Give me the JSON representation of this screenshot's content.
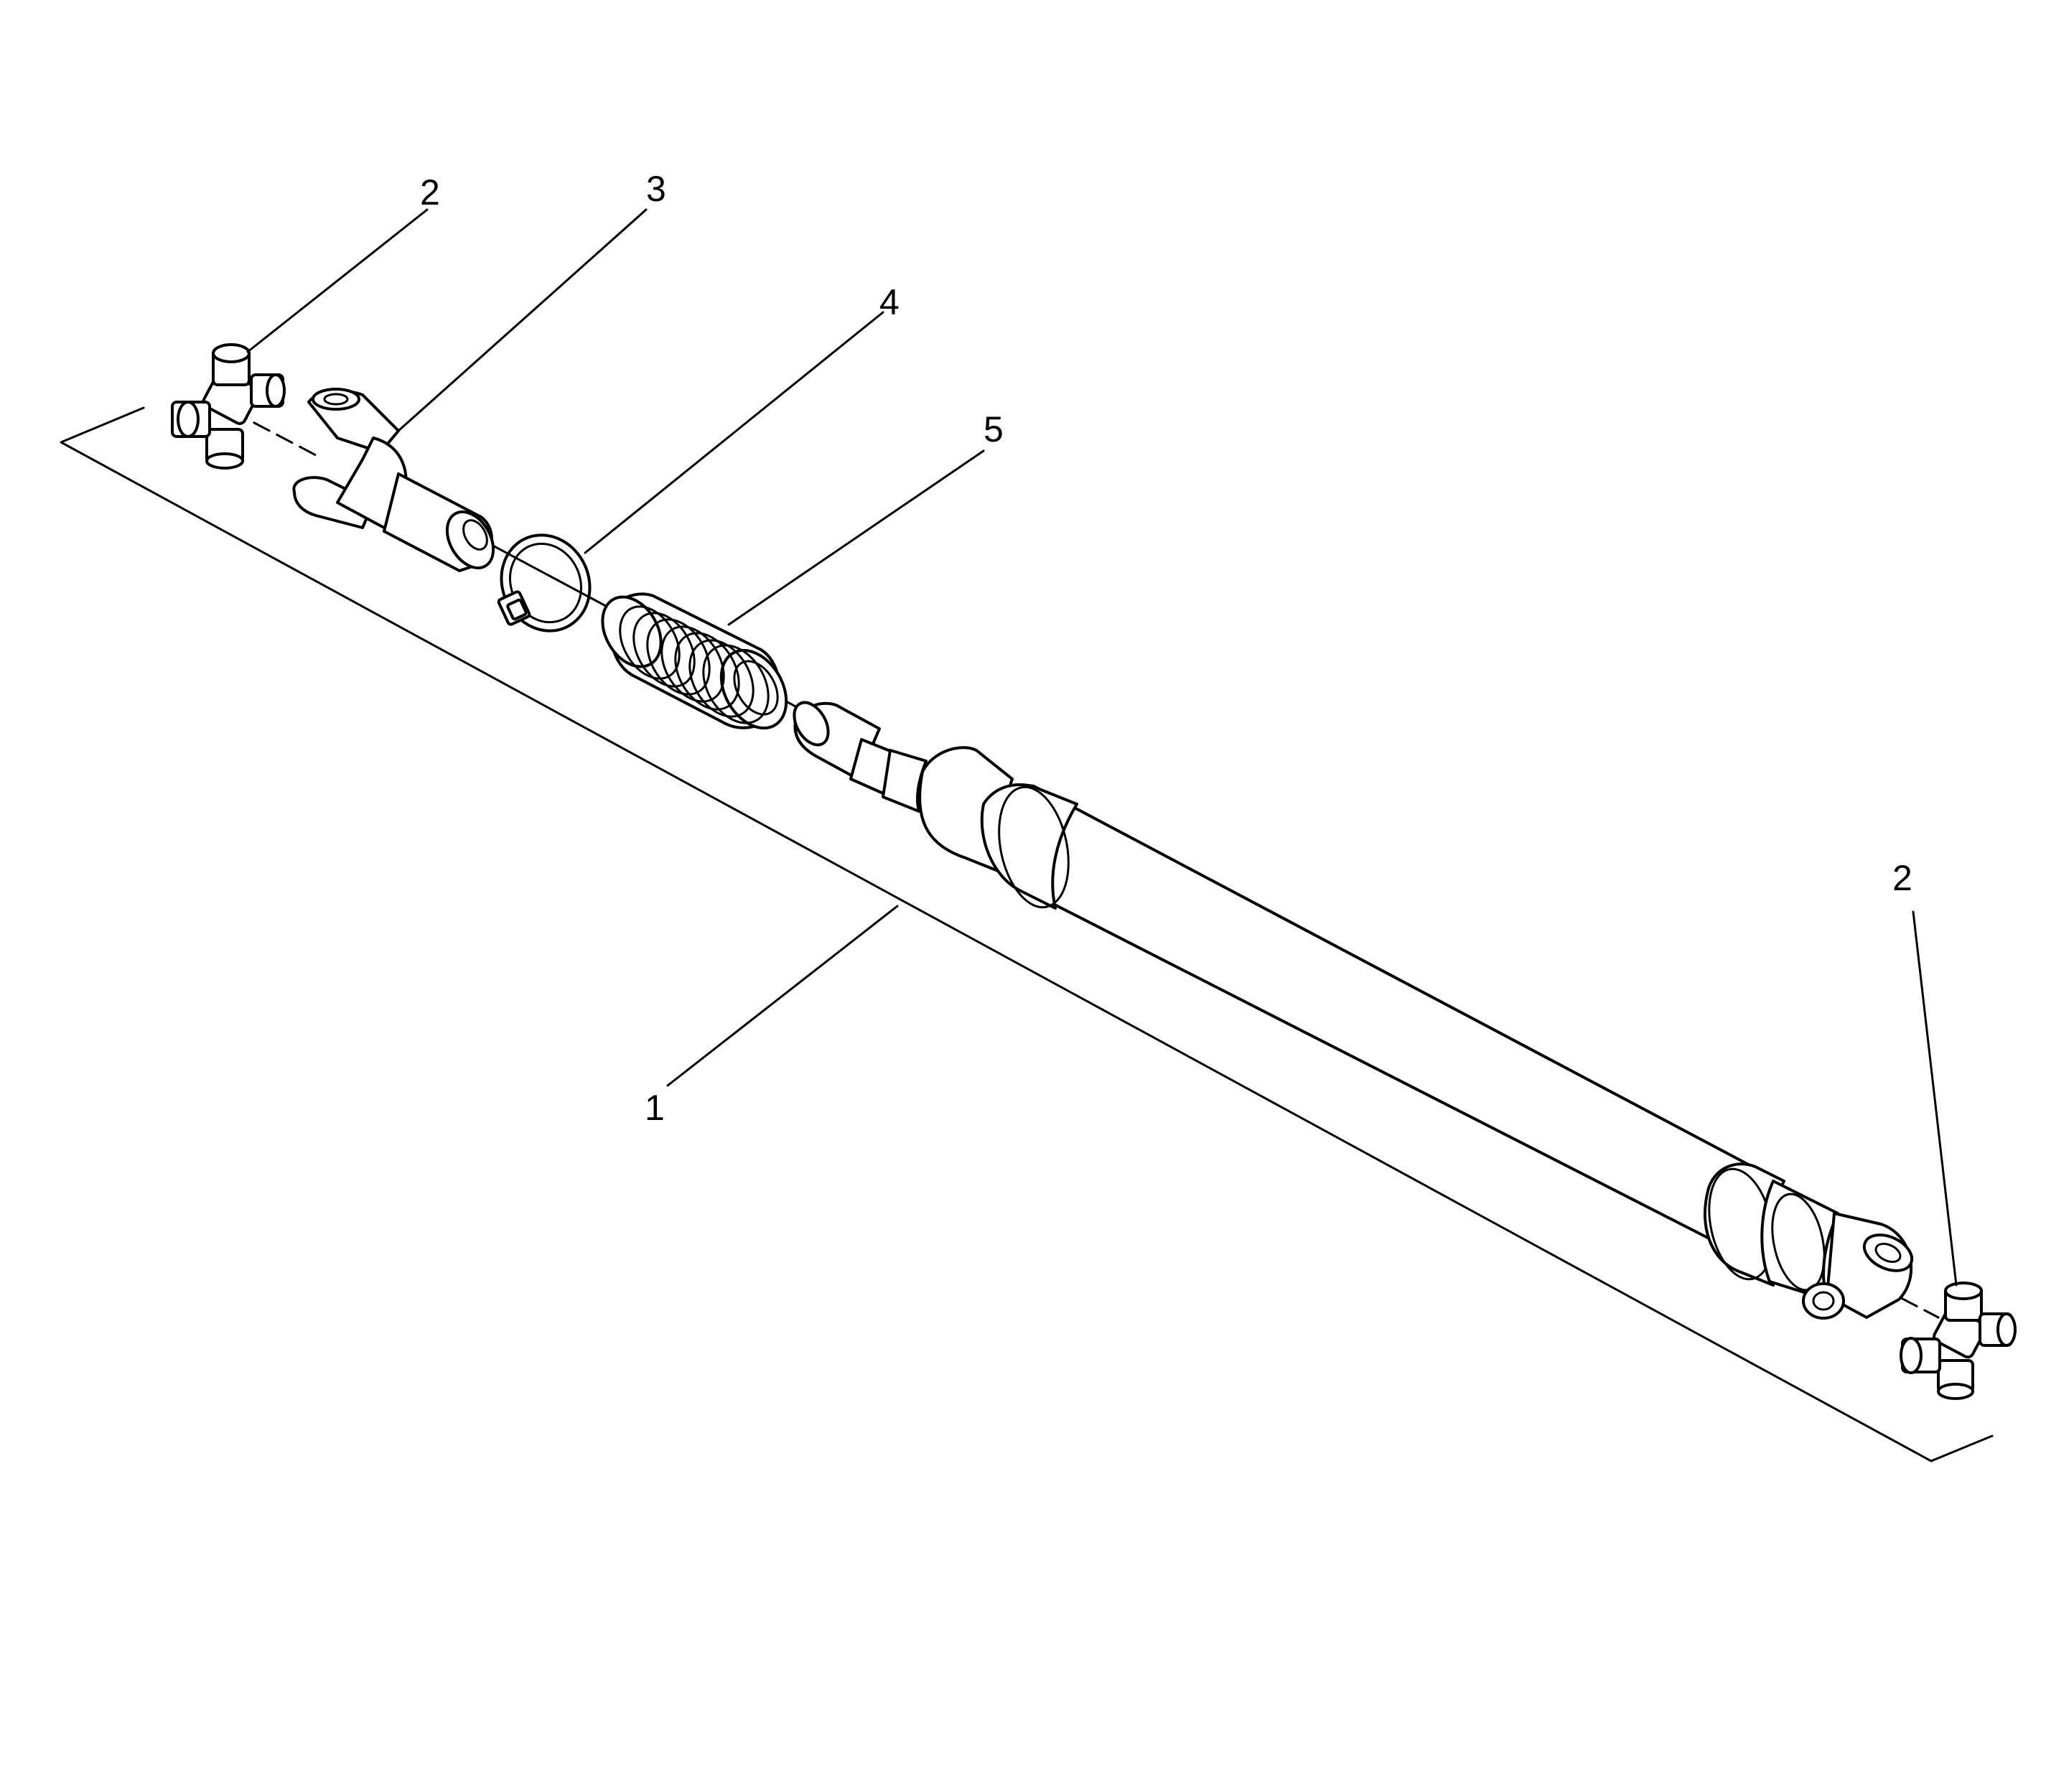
{
  "callouts": {
    "c1": "1",
    "c2_left": "2",
    "c2_right": "2",
    "c3": "3",
    "c4": "4",
    "c5": "5"
  }
}
